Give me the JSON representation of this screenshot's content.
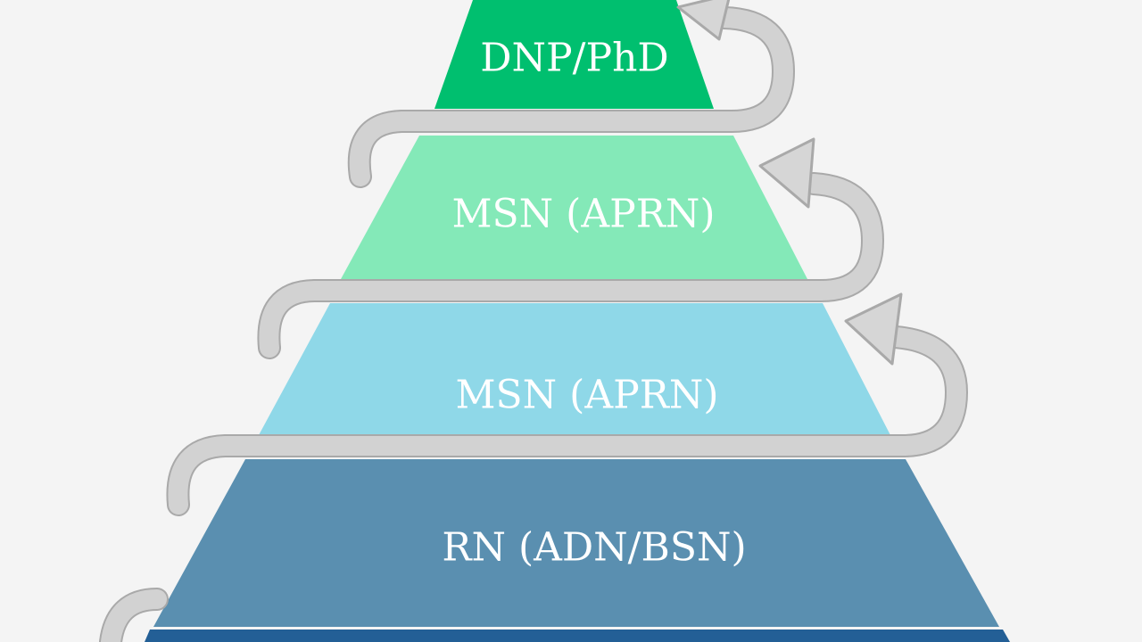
{
  "pyramid": {
    "tiers": [
      {
        "label": "DNP/PhD",
        "color": "#00bf6f"
      },
      {
        "label": "MSN (APRN)",
        "color": "#84e9b8"
      },
      {
        "label": "MSN (APRN)",
        "color": "#8fd8e8"
      },
      {
        "label": "RN (ADN/BSN)",
        "color": "#5a8fb0"
      },
      {
        "label": "",
        "color": "#235f96"
      }
    ],
    "arrow_color": "#d2d2d2",
    "background_color": "#f4f4f4"
  }
}
